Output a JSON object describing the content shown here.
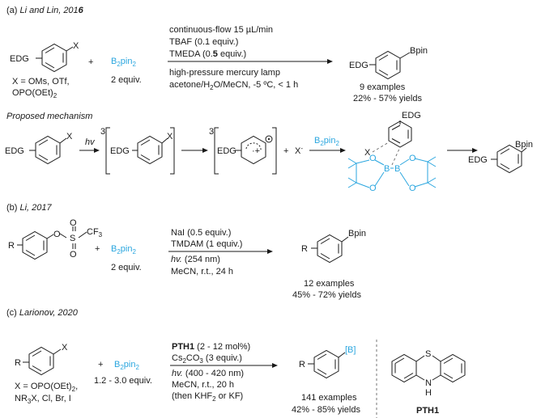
{
  "section_a": {
    "label": "(a) ",
    "ref": "Li and Lin, 201",
    "ref_bold": "6",
    "substrate_group": "EDG",
    "substrate_x": "X",
    "plus": "+",
    "reagent": "B",
    "reagent_sub": "2",
    "reagent_tail": "pin",
    "reagent_tail_sub": "2",
    "reagent_equiv": "2 equiv.",
    "x_def_1": "X = OMs, OTf,",
    "x_def_2": "OPO(OEt)",
    "x_def_2_sub": "2",
    "cond_1": "continuous-flow 15 µL/min",
    "cond_2": "TBAF (0.1 equiv.)",
    "cond_3": "TMEDA (0.",
    "cond_3_bold": "5",
    "cond_3_tail": " equiv.)",
    "cond_4": "high-pressure mercury lamp",
    "cond_5a": "acetone/H",
    "cond_5b": "2",
    "cond_5c": "O/MeCN, -5 ºC, < 1 h",
    "product_group": "EDG",
    "product_bpin": "Bpin",
    "examples": "9 examples",
    "yields": "22% - 57% yields"
  },
  "mechanism": {
    "title": "Proposed mechanism",
    "hv": "hv",
    "triplet": "3",
    "triplet_2": "3",
    "group": "EDG",
    "x": "X",
    "plus": "+",
    "x_minus": "X",
    "x_minus_sup": "-",
    "reagent": "B",
    "reagent_sub": "2",
    "reagent_tail": "pin",
    "reagent_tail_sub": "2",
    "complex_x": "X",
    "complex_edg": "EDG",
    "boron": "B",
    "oxygen": "O",
    "product_group": "EDG",
    "product_bpin": "Bpin"
  },
  "section_b": {
    "label": "(b) ",
    "ref": "Li, 2017",
    "r": "R",
    "cf3": "CF",
    "cf3_sub": "3",
    "s": "S",
    "o": "O",
    "plus": "+",
    "reagent": "B",
    "reagent_sub": "2",
    "reagent_tail": "pin",
    "reagent_tail_sub": "2",
    "reagent_equiv": "2 equiv.",
    "cond_1": "NaI (0.5 equiv.)",
    "cond_2": "TMDAM (1 equiv.)",
    "cond_3a": "hv.",
    "cond_3b": " (254 nm)",
    "cond_4": "MeCN, r.t., 24 h",
    "product_r": "R",
    "product_bpin": "Bpin",
    "examples": "12 examples",
    "yields": "45% - 72% yields"
  },
  "section_c": {
    "label": "(c) ",
    "ref": "Larionov, 2020",
    "r": "R",
    "x": "X",
    "plus": "+",
    "reagent": "B",
    "reagent_sub": "2",
    "reagent_tail": "pin",
    "reagent_tail_sub": "2",
    "reagent_equiv": "1.2 - 3.0 equiv.",
    "x_def_1a": "X = OPO(OEt)",
    "x_def_1b": "2",
    "x_def_1c": ",",
    "x_def_2a": "NR",
    "x_def_2b": "3",
    "x_def_2c": "X, Cl, Br, I",
    "cond_1a": "PTH1",
    "cond_1b": " (2 - 12 mol%)",
    "cond_2a": "Cs",
    "cond_2b": "2",
    "cond_2c": "CO",
    "cond_2d": "3",
    "cond_2e": " (3 equiv.)",
    "cond_3a": "hv.",
    "cond_3b": " (400 - 420 nm)",
    "cond_4": "MeCN, r.t., 20 h",
    "cond_5a": "(then KHF",
    "cond_5b": "2",
    "cond_5c": " or KF)",
    "product_r": "R",
    "product_b": "[B]",
    "examples": "141 examples",
    "yields": "42% - 85% yields",
    "catalyst_s": "S",
    "catalyst_nh_n": "N",
    "catalyst_nh_h": "H",
    "catalyst_name": "PTH1"
  },
  "colors": {
    "accent": "#2aa6df",
    "ink": "#1a1a1a"
  }
}
